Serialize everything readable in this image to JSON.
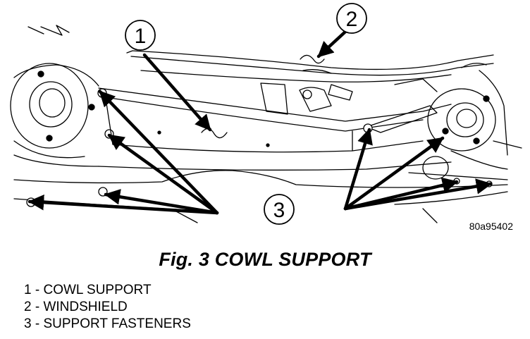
{
  "figure": {
    "caption": "Fig. 3 COWL SUPPORT",
    "reference_code": "80a95402"
  },
  "callouts": [
    {
      "number": "1"
    },
    {
      "number": "2"
    },
    {
      "number": "3"
    }
  ],
  "legend": [
    {
      "number": "1",
      "separator": " - ",
      "label": "COWL SUPPORT"
    },
    {
      "number": "2",
      "separator": " - ",
      "label": "WINDSHIELD"
    },
    {
      "number": "3",
      "separator": " - ",
      "label": "SUPPORT FASTENERS"
    }
  ]
}
